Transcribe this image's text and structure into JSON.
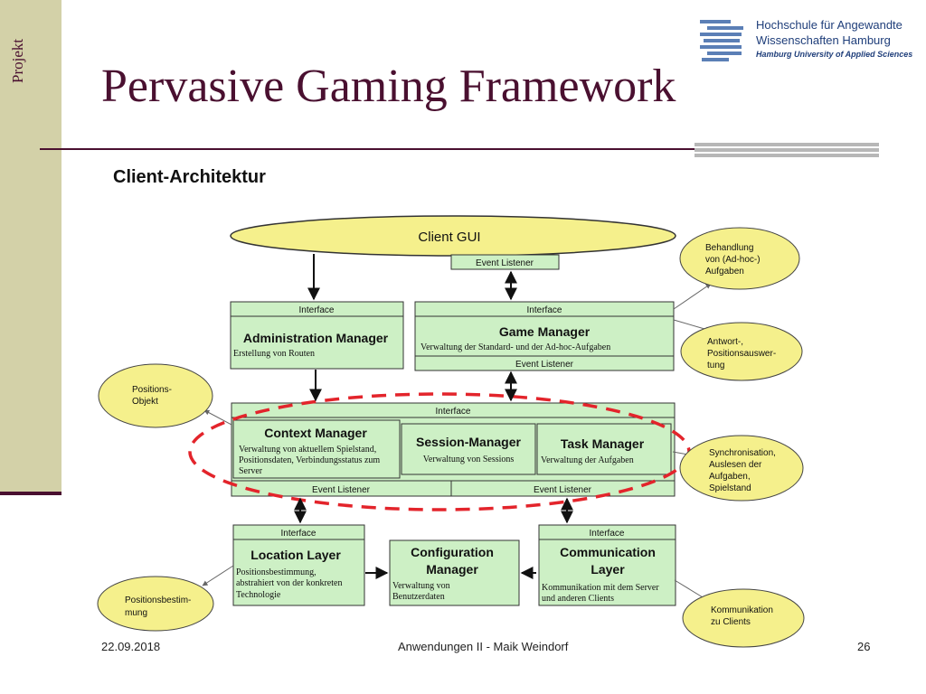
{
  "sidebar": {
    "vertical_label": "Projekt"
  },
  "title": "Pervasive Gaming Framework",
  "logo": {
    "line1": "Hochschule für Angewandte",
    "line2": "Wissenschaften Hamburg",
    "line3": "Hamburg University of Applied Sciences"
  },
  "diagram": {
    "heading": "Client-Architektur",
    "client_gui": "Client GUI",
    "event_listener": "Event Listener",
    "interface": "Interface",
    "admin": {
      "title": "Administration Manager",
      "desc": "Erstellung von Routen"
    },
    "game": {
      "title": "Game Manager",
      "desc": "Verwaltung der Standard- und der Ad-hoc-Aufgaben"
    },
    "context": {
      "title": "Context Manager",
      "desc1": "Verwaltung von aktuellem Spielstand,",
      "desc2": "Positionsdaten, Verbindungsstatus zum",
      "desc3": "Server"
    },
    "session": {
      "title": "Session-Manager",
      "desc": "Verwaltung von Sessions"
    },
    "task": {
      "title": "Task Manager",
      "desc": "Verwaltung der Aufgaben"
    },
    "location": {
      "title": "Location Layer",
      "desc1": "Positionsbestimmung,",
      "desc2": "abstrahiert von der konkreten",
      "desc3": "Technologie"
    },
    "config": {
      "title1": "Configuration",
      "title2": "Manager",
      "desc1": "Verwaltung von",
      "desc2": "Benutzerdaten"
    },
    "comm": {
      "title1": "Communication",
      "title2": "Layer",
      "desc1": "Kommunikation mit dem Server",
      "desc2": "und anderen Clients"
    },
    "notes": {
      "behandlung": [
        "Behandlung",
        "von (Ad-hoc-)",
        "Aufgaben"
      ],
      "antwort": [
        "Antwort-,",
        "Positionsauswer-",
        "tung"
      ],
      "positionsobjekt": [
        "Positions-",
        "Objekt"
      ],
      "synchronisation": [
        "Synchronisation,",
        "Auslesen der",
        "Aufgaben,",
        "Spielstand"
      ],
      "positionsbestimmung": [
        "Positionsbestim-",
        "mung"
      ],
      "kommunikation": [
        "Kommunikation",
        "zu Clients"
      ]
    }
  },
  "footer": {
    "date": "22.09.2018",
    "center": "Anwendungen II - Maik Weindorf",
    "page": "26"
  },
  "colors": {
    "box_fill": "#cdf0c5",
    "ellipse_fill": "#f5f08c",
    "dashed": "#e3242b",
    "title": "#4a1030",
    "sidebar": "#d3d1a8"
  }
}
